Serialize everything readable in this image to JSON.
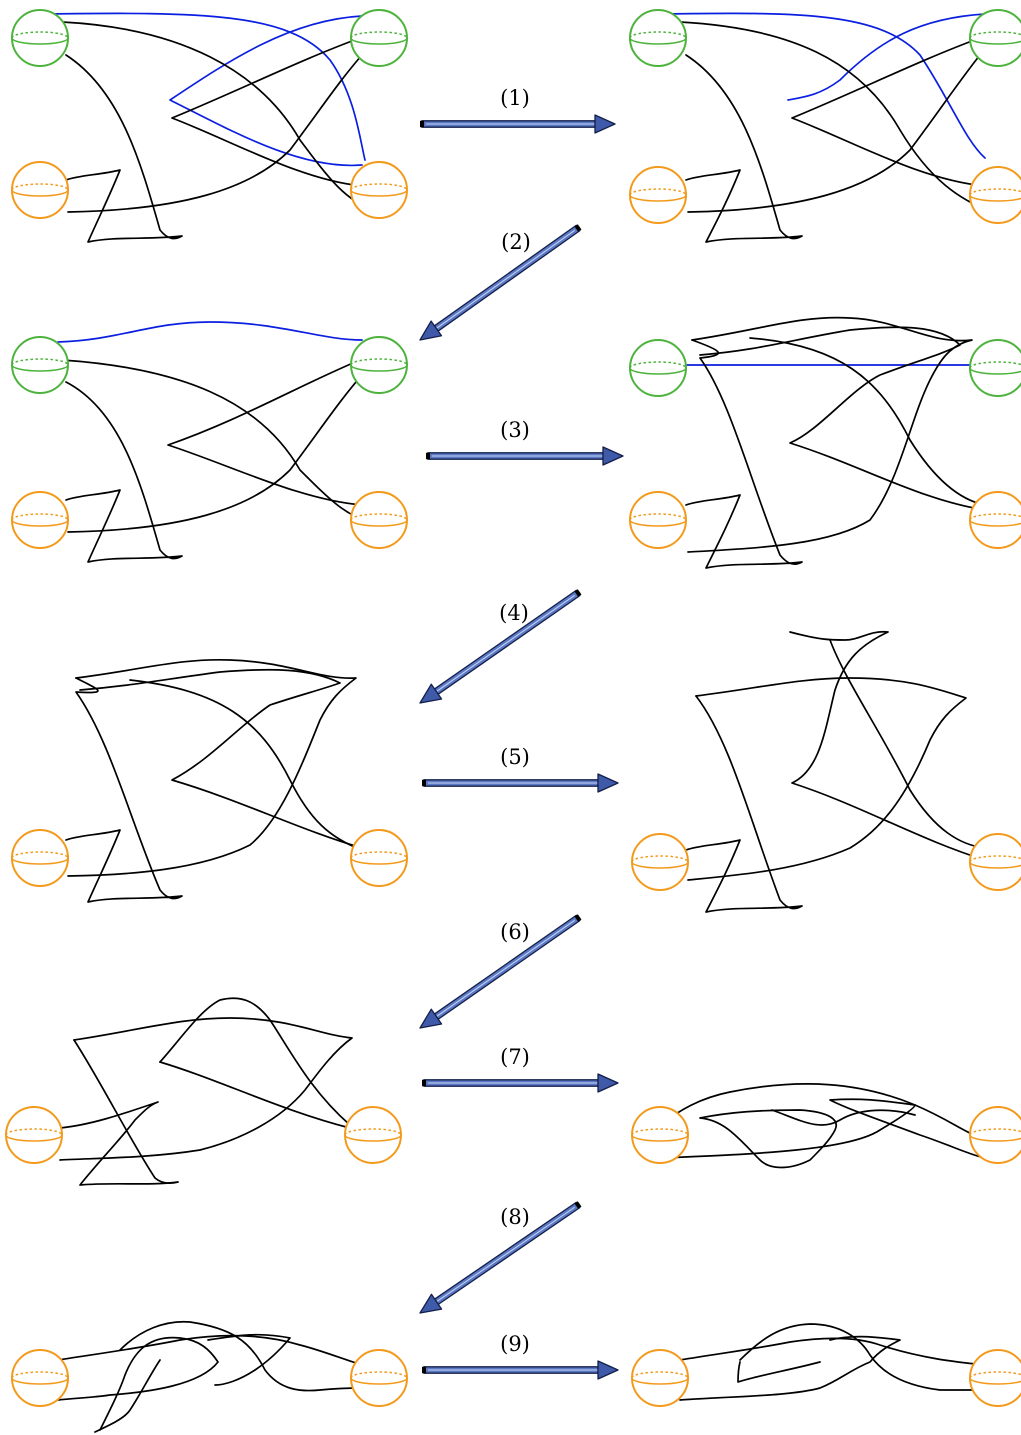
{
  "colors": {
    "strand": "#000000",
    "blue_strand": "#0b1fe0",
    "green_sphere": "#4db33d",
    "orange_sphere": "#f39a1c",
    "arrow_fill": "#5a78c4",
    "arrow_outline": "#141f4a"
  },
  "arrows": [
    {
      "label": "(1)",
      "direction": "right"
    },
    {
      "label": "(2)",
      "direction": "down-left"
    },
    {
      "label": "(3)",
      "direction": "right"
    },
    {
      "label": "(4)",
      "direction": "down-left"
    },
    {
      "label": "(5)",
      "direction": "right"
    },
    {
      "label": "(6)",
      "direction": "down-left"
    },
    {
      "label": "(7)",
      "direction": "right"
    },
    {
      "label": "(8)",
      "direction": "down-left"
    },
    {
      "label": "(9)",
      "direction": "right"
    }
  ],
  "stages": [
    {
      "spheres": [
        "green",
        "green",
        "orange",
        "orange"
      ],
      "blue_arcs": 2
    },
    {
      "spheres": [
        "green",
        "green",
        "orange",
        "orange"
      ],
      "blue_arcs": 2
    },
    {
      "spheres": [
        "green",
        "green",
        "orange",
        "orange"
      ],
      "blue_arcs": 1
    },
    {
      "spheres": [
        "green",
        "green",
        "orange",
        "orange"
      ],
      "blue_arcs": 1
    },
    {
      "spheres": [
        "orange",
        "orange"
      ],
      "blue_arcs": 0
    },
    {
      "spheres": [
        "orange",
        "orange"
      ],
      "blue_arcs": 0
    },
    {
      "spheres": [
        "orange",
        "orange"
      ],
      "blue_arcs": 0
    },
    {
      "spheres": [
        "orange",
        "orange"
      ],
      "blue_arcs": 0
    },
    {
      "spheres": [
        "orange",
        "orange"
      ],
      "blue_arcs": 0
    },
    {
      "spheres": [
        "orange",
        "orange"
      ],
      "blue_arcs": 0
    }
  ]
}
